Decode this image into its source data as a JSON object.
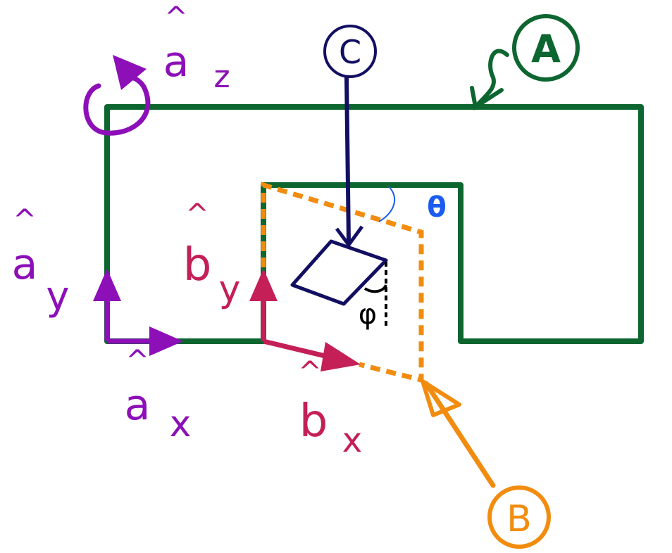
{
  "colors": {
    "frame_a": "#0d6630",
    "frame_b": "#f28c0f",
    "body_c": "#120f63",
    "axes_a": "#8c0fb8",
    "axes_b": "#c41f57",
    "theta": "#1a5cf0",
    "phi": "#000000"
  },
  "labels": {
    "A": "A",
    "B": "B",
    "C": "C",
    "theta": "θ",
    "phi": "φ"
  },
  "vectors": {
    "a_z": {
      "hat": "^",
      "base": "a",
      "sub": "z"
    },
    "a_y": {
      "hat": "^",
      "base": "a",
      "sub": "y"
    },
    "a_x": {
      "hat": "^",
      "base": "a",
      "sub": "x"
    },
    "b_y": {
      "hat": "^",
      "base": "b",
      "sub": "y"
    },
    "b_x": {
      "hat": "^",
      "base": "b",
      "sub": "x"
    }
  }
}
